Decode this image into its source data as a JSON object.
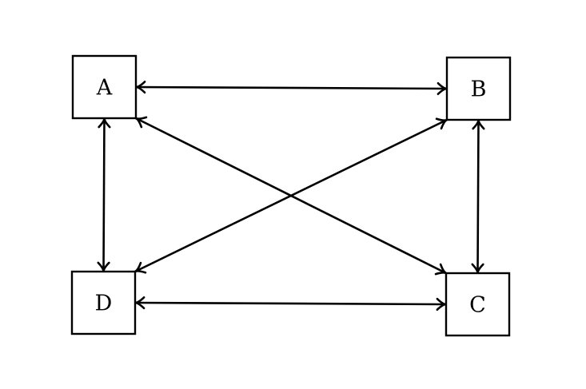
{
  "diagram": {
    "type": "directed-graph",
    "nodes": [
      {
        "id": "A",
        "label": "A"
      },
      {
        "id": "B",
        "label": "B"
      },
      {
        "id": "C",
        "label": "C"
      },
      {
        "id": "D",
        "label": "D"
      }
    ],
    "edges": [
      {
        "from": "A",
        "to": "B",
        "bidirectional": true
      },
      {
        "from": "A",
        "to": "D",
        "bidirectional": true
      },
      {
        "from": "B",
        "to": "C",
        "bidirectional": true
      },
      {
        "from": "D",
        "to": "C",
        "bidirectional": true
      },
      {
        "from": "A",
        "to": "C",
        "bidirectional": true
      },
      {
        "from": "B",
        "to": "D",
        "bidirectional": true
      }
    ],
    "colors": {
      "stroke": "#000000",
      "background": "#ffffff"
    }
  }
}
